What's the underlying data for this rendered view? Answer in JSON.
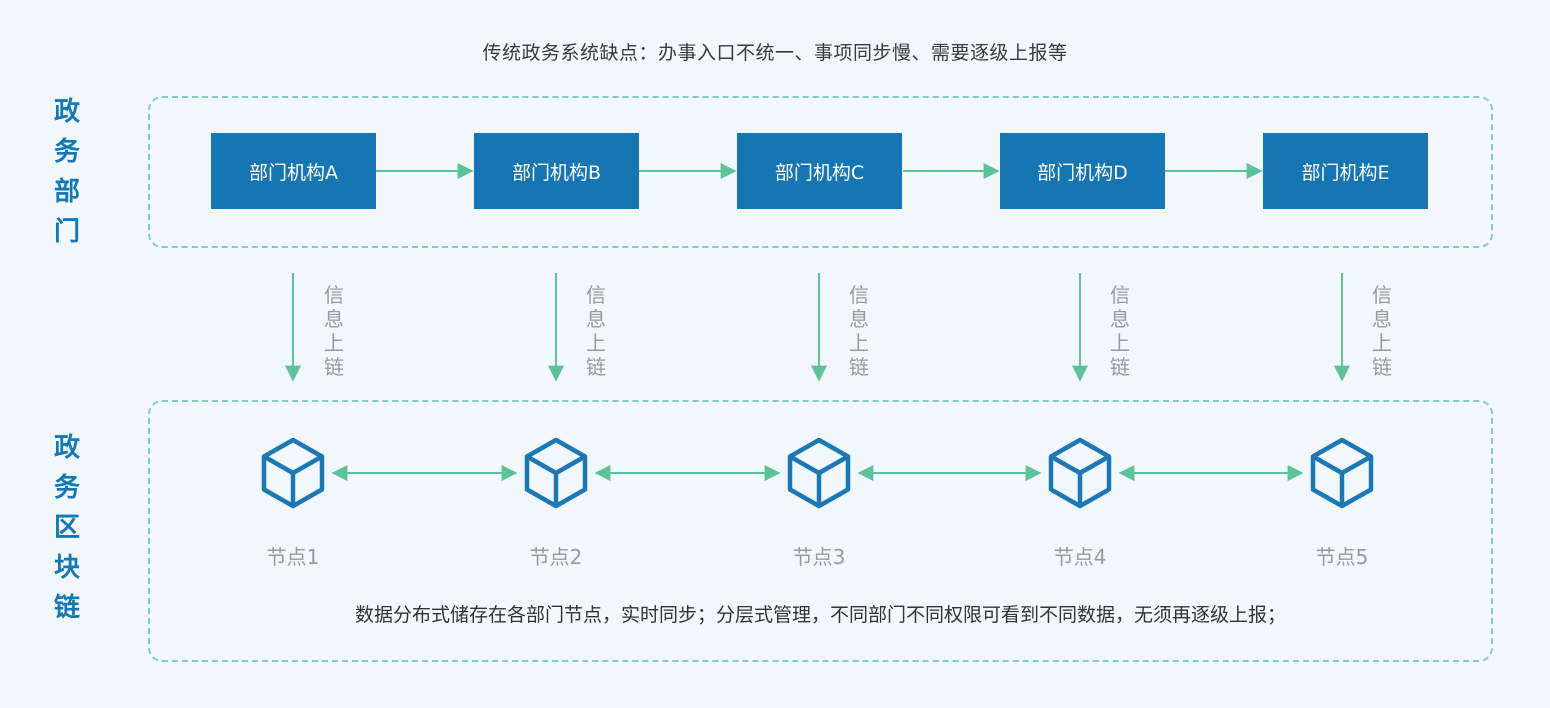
{
  "caption_top": "传统政务系统缺点：办事入口不统一、事项同步慢、需要逐级上报等",
  "side_label_top": [
    "政",
    "务",
    "部",
    "门"
  ],
  "side_label_bottom": [
    "政",
    "务",
    "区",
    "块",
    "链"
  ],
  "departments": [
    "部门机构A",
    "部门机构B",
    "部门机构C",
    "部门机构D",
    "部门机构E"
  ],
  "upload_label": [
    "信",
    "息",
    "上",
    "链"
  ],
  "nodes": [
    "节点1",
    "节点2",
    "节点3",
    "节点4",
    "节点5"
  ],
  "caption_bottom": "数据分布式储存在各部门节点，实时同步；分层式管理，不同部门不同权限可看到不同数据，无须再逐级上报；",
  "colors": {
    "background": "#f1f7fb",
    "accent_blue": "#1676b4",
    "label_blue": "#1478b4",
    "arrow_green": "#5cc29a",
    "dashed_border": "#7fcfb6",
    "muted_text": "#9a9a9a"
  },
  "icons": {
    "node": "cube-icon",
    "flow": "arrow-right-icon",
    "upload": "arrow-down-icon",
    "sync": "double-arrow-icon"
  }
}
